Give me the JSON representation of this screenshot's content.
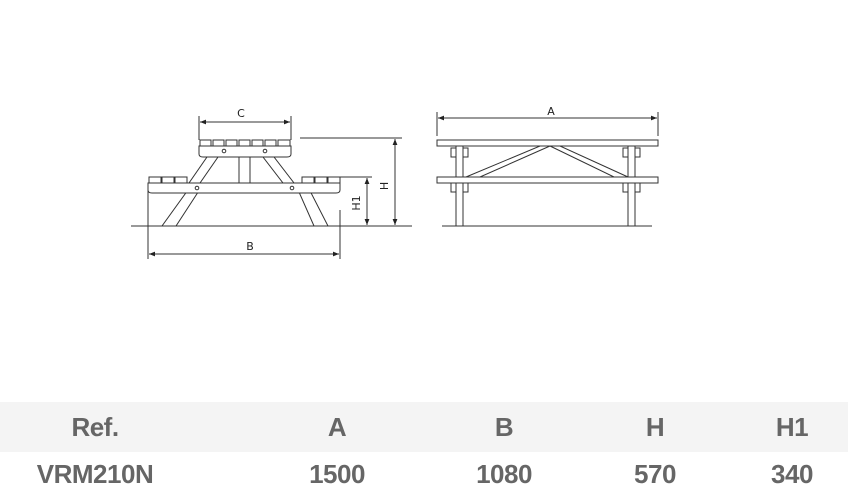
{
  "drawing": {
    "labels": {
      "A": "A",
      "B": "B",
      "C": "C",
      "H": "H",
      "H1": "H1"
    }
  },
  "table": {
    "headers": [
      "Ref.",
      "A",
      "B",
      "H",
      "H1"
    ],
    "rows": [
      [
        "VRM210N",
        "1500",
        "1080",
        "570",
        "340"
      ]
    ]
  }
}
